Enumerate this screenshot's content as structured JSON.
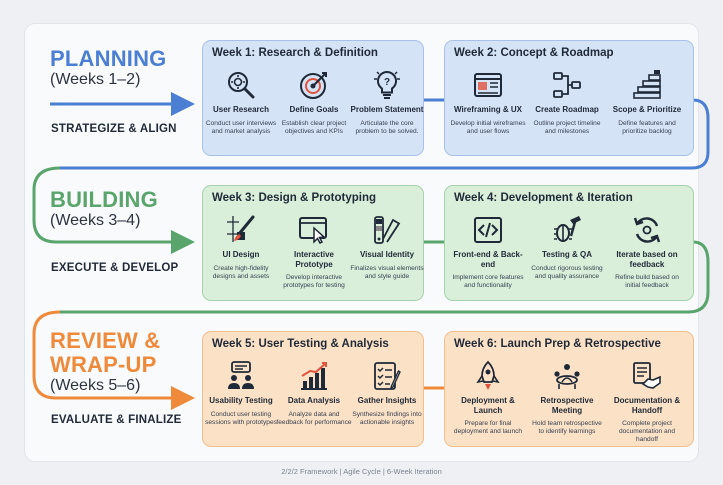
{
  "colors": {
    "planning": "#4a7fd4",
    "building": "#5aa56c",
    "review": "#ee8a3a",
    "text": "#1f2937"
  },
  "phases": [
    {
      "title_line1": "PLANNING",
      "title_line2": "(Weeks 1–2)",
      "action": "STRATEGIZE & ALIGN"
    },
    {
      "title_line1": "BUILDING",
      "title_line2": "(Weeks 3–4)",
      "action": "EXECUTE & DEVELOP"
    },
    {
      "title_line1": "REVIEW &",
      "title_line1b": "WRAP-UP",
      "title_line2": "(Weeks 5–6)",
      "action": "EVALUATE & FINALIZE"
    }
  ],
  "weeks": [
    {
      "title": "Week 1: Research & Definition",
      "items": [
        {
          "icon": "research-gear-magnifier-icon",
          "label": "User Research",
          "desc": "Conduct user interviews and market analysis"
        },
        {
          "icon": "target-icon",
          "label": "Define Goals",
          "desc": "Establish clear project objectives and KPIs"
        },
        {
          "icon": "lightbulb-question-icon",
          "label": "Problem Statement",
          "desc": "Articulate the core problem to be solved."
        }
      ]
    },
    {
      "title": "Week 2: Concept & Roadmap",
      "items": [
        {
          "icon": "wireframe-icon",
          "label": "Wireframing & UX",
          "desc": "Develop initial wireframes and user flows"
        },
        {
          "icon": "roadmap-icon",
          "label": "Create Roadmap",
          "desc": "Outline project timeline and milestones"
        },
        {
          "icon": "priority-stack-icon",
          "label": "Scope & Prioritize",
          "desc": "Define features and prioritize backlog"
        }
      ]
    },
    {
      "title": "Week 3: Design & Prototyping",
      "items": [
        {
          "icon": "brush-grid-icon",
          "label": "UI Design",
          "desc": "Create high-fidelity designs and assets"
        },
        {
          "icon": "prototype-cursor-icon",
          "label": "Interactive Prototype",
          "desc": "Develop interactive prototypes for testing"
        },
        {
          "icon": "swatch-icon",
          "label": "Visual Identity",
          "desc": "Finalizes visual elements and style guide"
        }
      ]
    },
    {
      "title": "Week 4: Development & Iteration",
      "items": [
        {
          "icon": "code-icon",
          "label": "Front-end & Back-end",
          "desc": "Implement core features and functionality"
        },
        {
          "icon": "bug-hammer-icon",
          "label": "Testing & QA",
          "desc": "Conduct rigorous testing and quality assurance"
        },
        {
          "icon": "cycle-icon",
          "label": "Iterate based on feedback",
          "desc": "Refine build based on initial feedback"
        }
      ]
    },
    {
      "title": "Week 5: User Testing & Analysis",
      "items": [
        {
          "icon": "user-chat-icon",
          "label": "Usability Testing",
          "desc": "Conduct user testing sessions with prototypes"
        },
        {
          "icon": "bar-trend-icon",
          "label": "Data Analysis",
          "desc": "Analyze data and feedback for performance"
        },
        {
          "icon": "checklist-pen-icon",
          "label": "Gather Insights",
          "desc": "Synthesize findings into actionable insights"
        }
      ]
    },
    {
      "title": "Week 6: Launch Prep & Retrospective",
      "items": [
        {
          "icon": "rocket-icon",
          "label": "Deployment & Launch",
          "desc": "Prepare for final deployment and launch"
        },
        {
          "icon": "meeting-icon",
          "label": "Retrospective Meeting",
          "desc": "Hold team retrospective to identify learnings"
        },
        {
          "icon": "document-handshake-icon",
          "label": "Documentation & Handoff",
          "desc": "Complete project documentation and handoff"
        }
      ]
    }
  ],
  "footer": "2/2/2 Framework | Agile Cycle | 6-Week Iteration"
}
